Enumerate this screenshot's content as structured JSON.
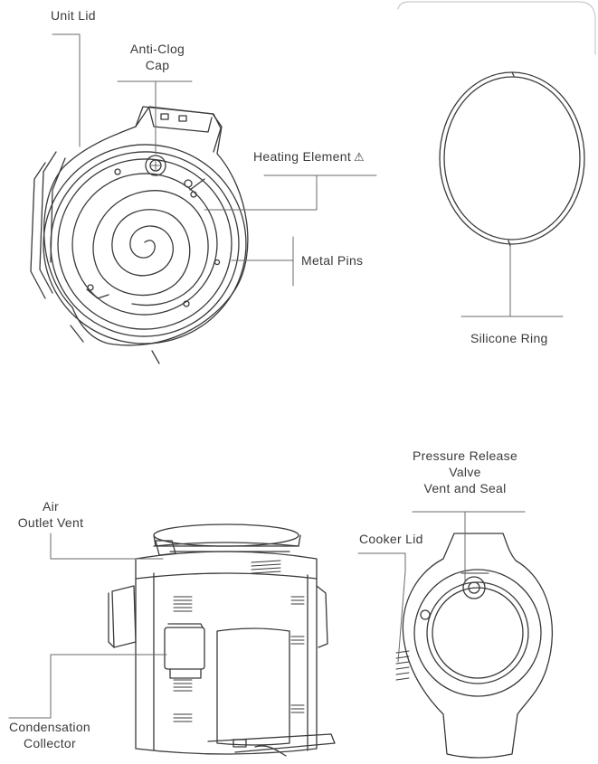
{
  "labels": {
    "unit_lid": "Unit Lid",
    "anti_clog_cap_line1": "Anti-Clog",
    "anti_clog_cap_line2": "Cap",
    "heating_element": "Heating Element",
    "heating_element_warning_icon": "warning-triangle-icon",
    "metal_pins": "Metal Pins",
    "silicone_ring": "Silicone Ring",
    "air_outlet_vent_line1": "Air",
    "air_outlet_vent_line2": "Outlet Vent",
    "condensation_collector_line1": "Condensation",
    "condensation_collector_line2": "Collector",
    "cooker_lid": "Cooker Lid",
    "pressure_release_line1": "Pressure Release",
    "pressure_release_line2": "Valve",
    "pressure_release_line3": "Vent and Seal"
  },
  "colors": {
    "line": "#3a3a3a",
    "leader": "#6a6a6a",
    "background": "#ffffff"
  }
}
